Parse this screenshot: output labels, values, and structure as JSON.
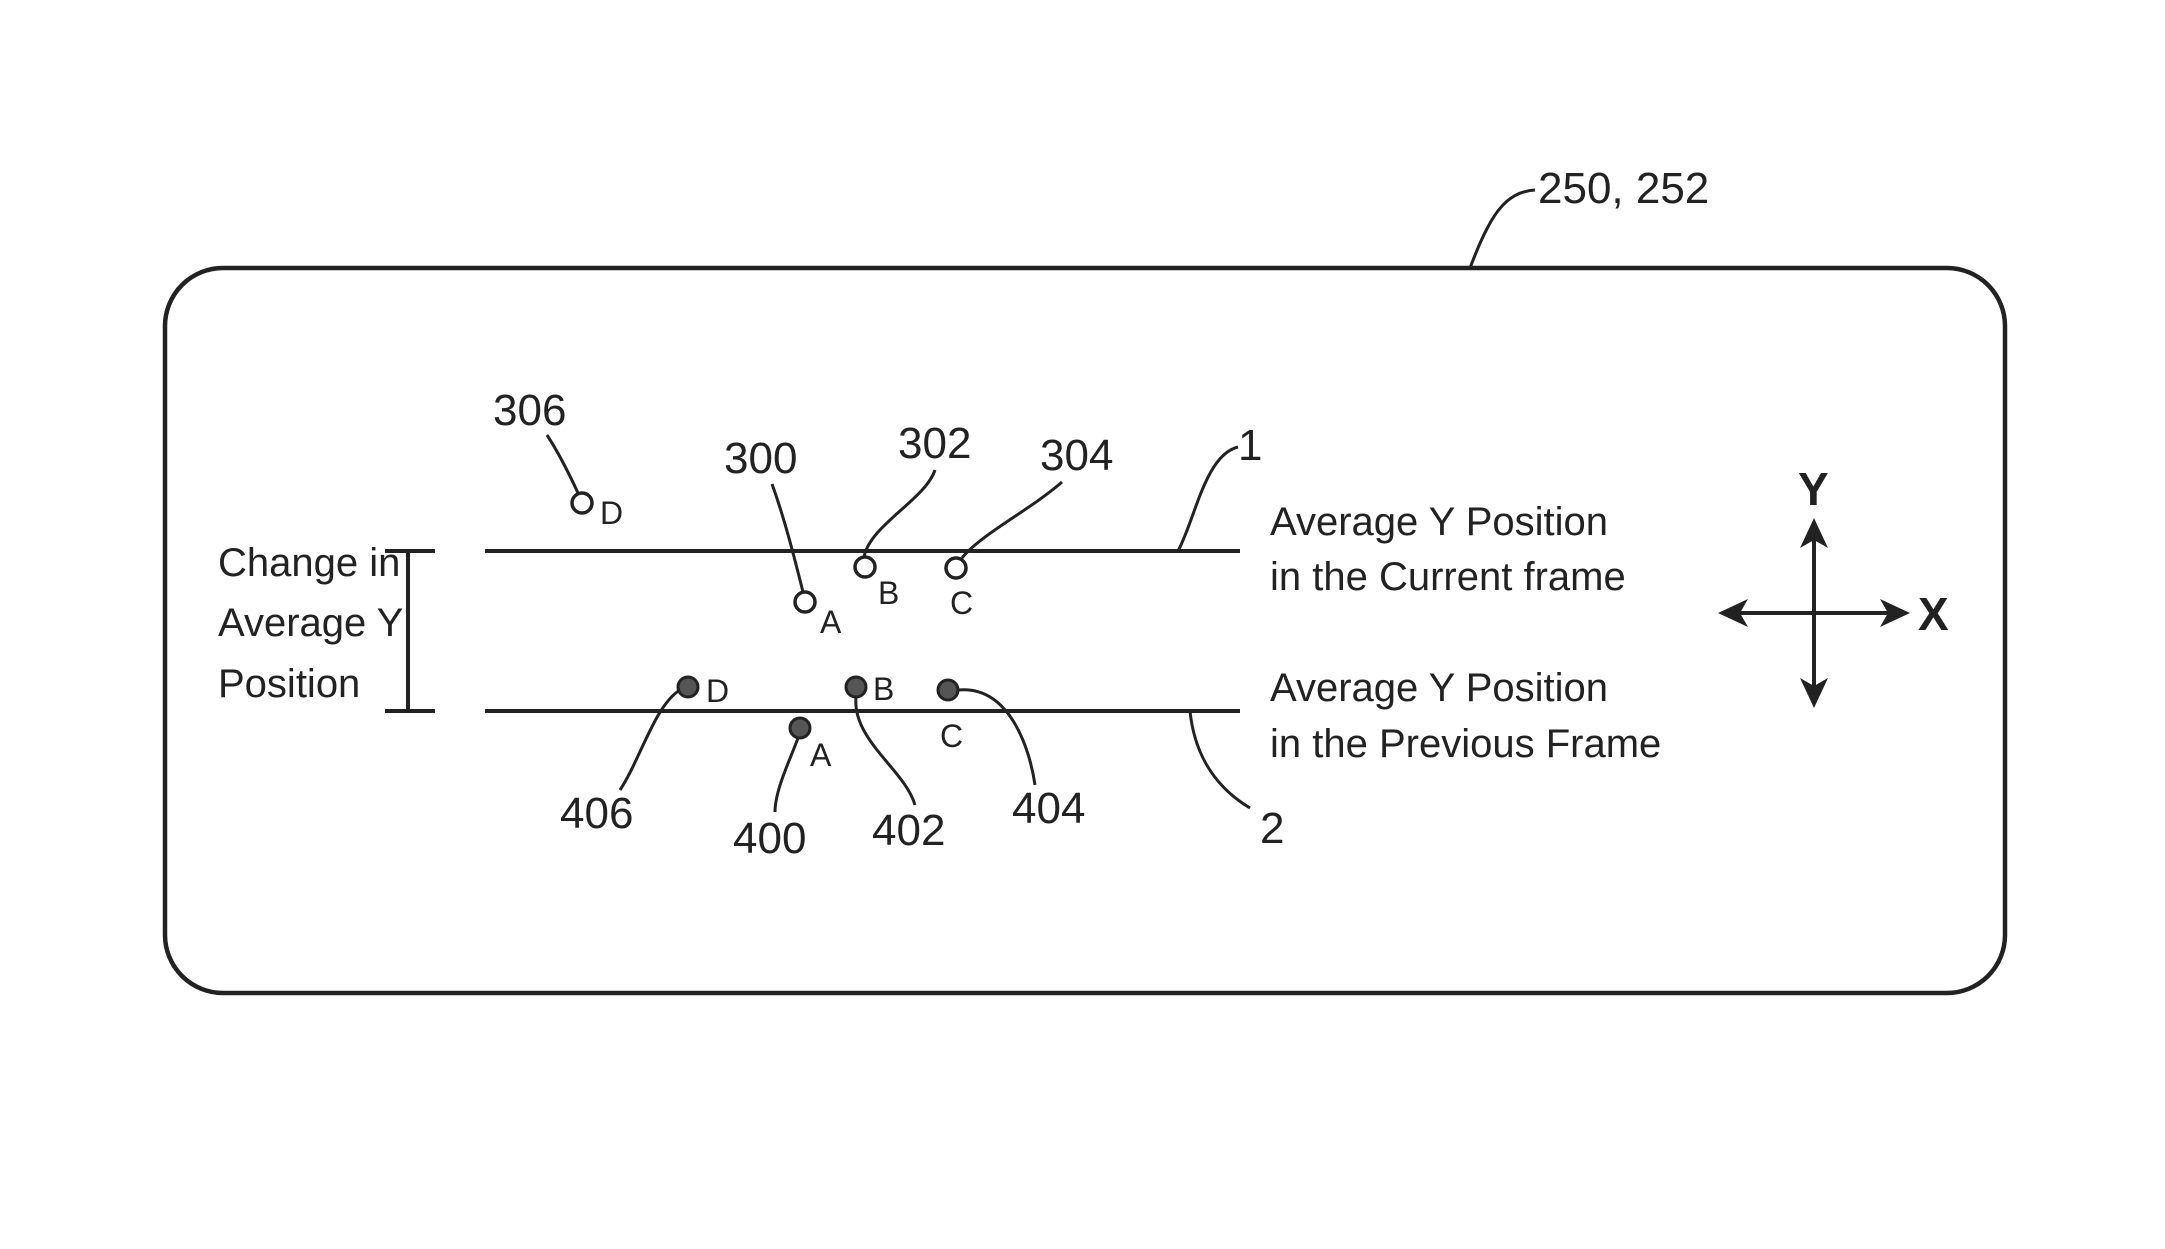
{
  "frame_ref": "250, 252",
  "change_label": [
    "Change in",
    "Average Y",
    "Position"
  ],
  "line_current": {
    "ref": "1",
    "label": [
      "Average Y Position",
      "in the Current frame"
    ]
  },
  "line_previous": {
    "ref": "2",
    "label": [
      "Average Y Position",
      "in the Previous Frame"
    ]
  },
  "current_points": [
    {
      "letter": "A",
      "ref": "300"
    },
    {
      "letter": "B",
      "ref": "302"
    },
    {
      "letter": "C",
      "ref": "304"
    },
    {
      "letter": "D",
      "ref": "306"
    }
  ],
  "previous_points": [
    {
      "letter": "A",
      "ref": "400"
    },
    {
      "letter": "B",
      "ref": "402"
    },
    {
      "letter": "C",
      "ref": "404"
    },
    {
      "letter": "D",
      "ref": "406"
    }
  ],
  "axes": {
    "y": "Y",
    "x": "X"
  }
}
